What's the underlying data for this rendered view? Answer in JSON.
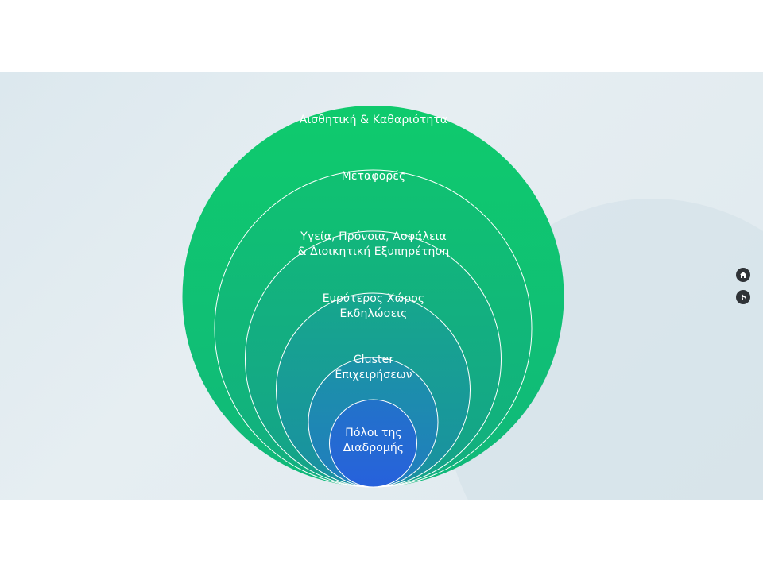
{
  "diagram": {
    "rings": [
      {
        "lines": [
          "Αισθητική & Καθαριότητα"
        ]
      },
      {
        "lines": [
          "Μεταφορές"
        ]
      },
      {
        "lines": [
          "Υγεία, Πρόνοια, Ασφάλεια",
          "& Διοικητική Εξυπηρέτηση"
        ]
      },
      {
        "lines": [
          "Ευρύτερος Χώρος",
          "Εκδηλώσεις"
        ]
      },
      {
        "lines": [
          "Cluster",
          "Επιχειρήσεων"
        ]
      },
      {
        "lines": [
          "Πόλοι της",
          "Διαδρομής"
        ]
      }
    ],
    "colors": {
      "outer": "#0fc56f",
      "inner": "#2563d8",
      "stroke": "#ffffff"
    }
  },
  "nav": {
    "home_icon": "home-icon",
    "back_icon": "back-icon"
  }
}
